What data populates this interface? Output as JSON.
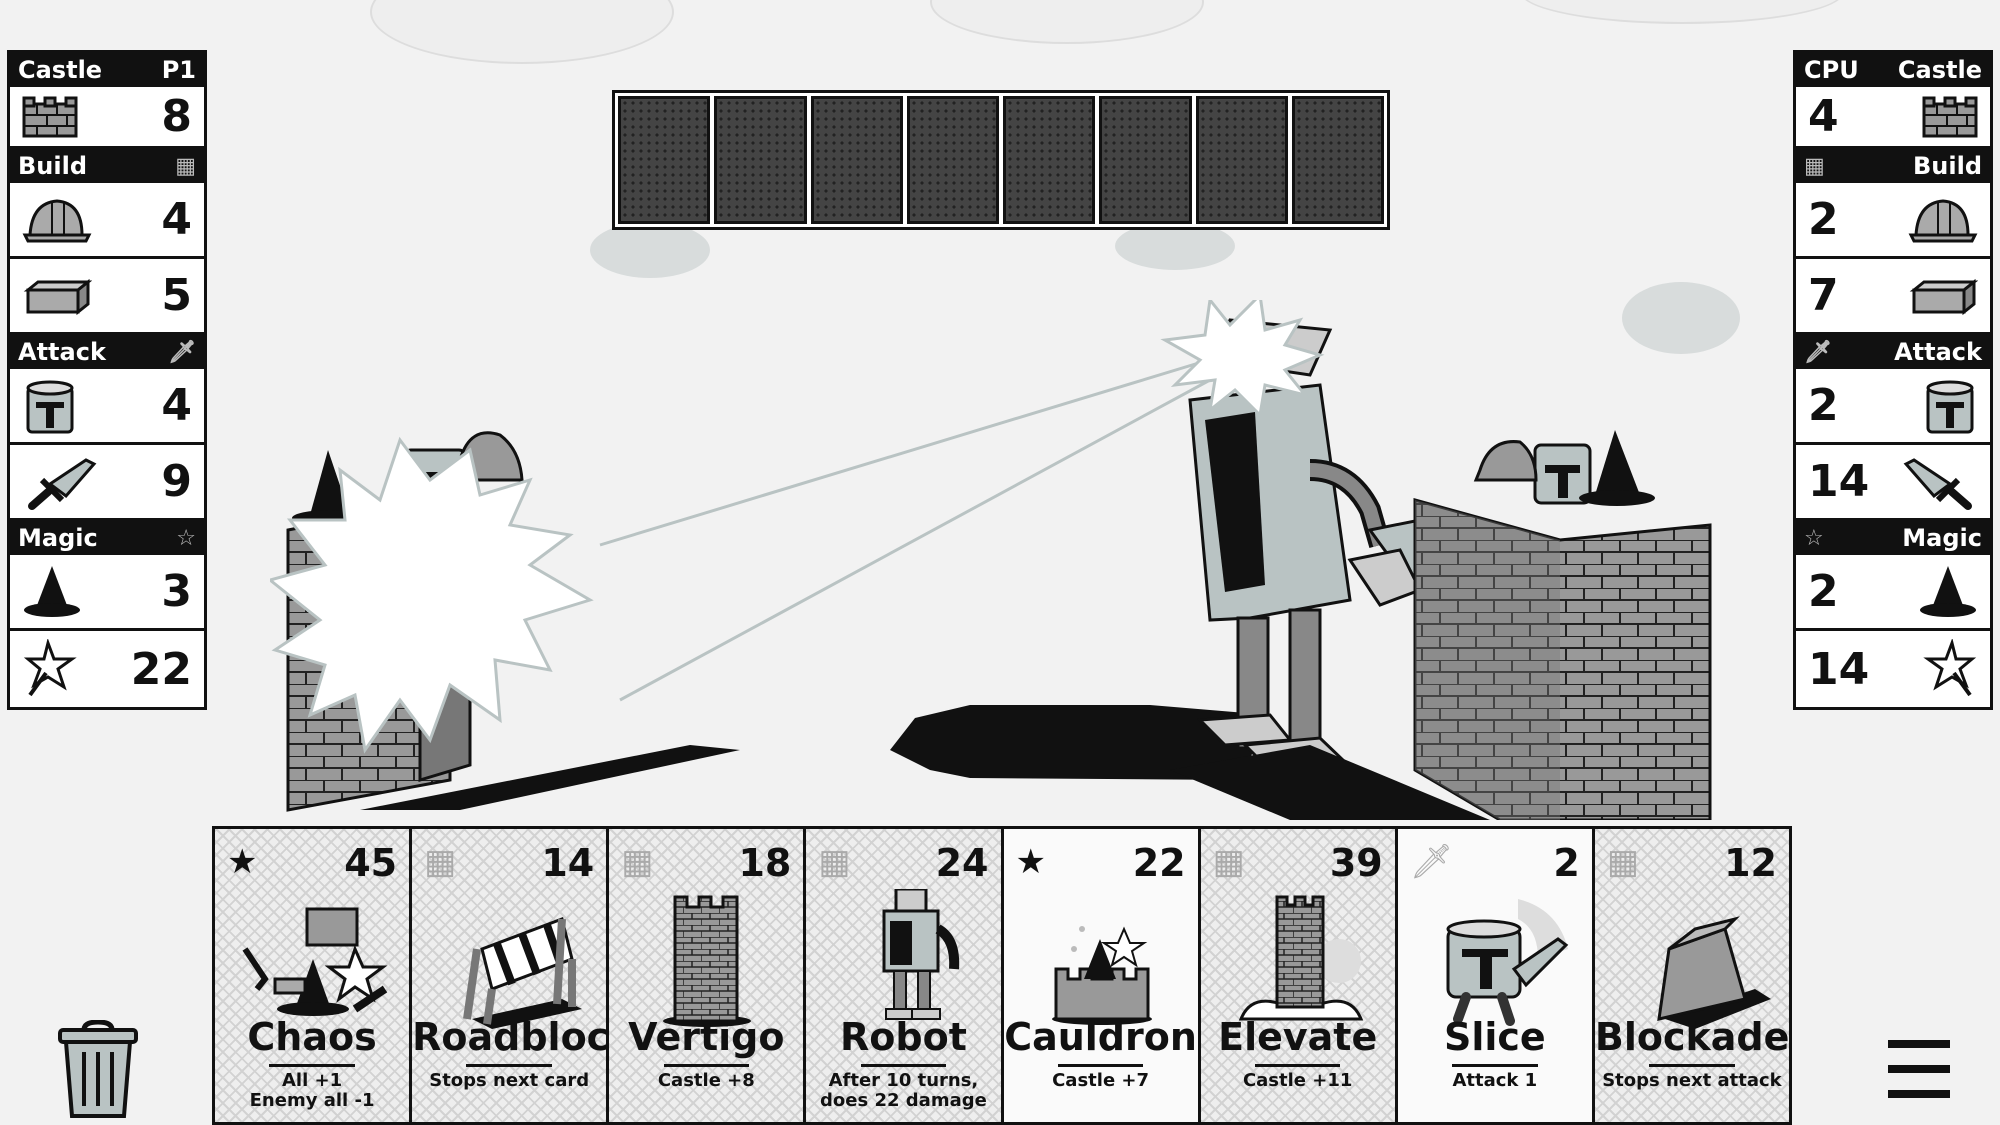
{
  "player": {
    "castle_label": "Castle",
    "tag": "P1",
    "castle_value": "8",
    "build_label": "Build",
    "builders": "4",
    "bricks": "5",
    "attack_label": "Attack",
    "soldiers": "4",
    "weapons": "9",
    "magic_label": "Magic",
    "wizards": "3",
    "crystals": "22"
  },
  "cpu": {
    "tag": "CPU",
    "castle_label": "Castle",
    "castle_value": "4",
    "build_label": "Build",
    "builders": "2",
    "bricks": "7",
    "attack_label": "Attack",
    "soldiers": "2",
    "weapons": "14",
    "magic_label": "Magic",
    "wizards": "2",
    "crystals": "14"
  },
  "deck": {
    "card_count": 8
  },
  "hand": [
    {
      "type": "magic",
      "cost": "45",
      "name": "Chaos",
      "desc1": "All +1",
      "desc2": "Enemy all -1"
    },
    {
      "type": "build",
      "cost": "14",
      "name": "Roadblock",
      "desc1": "Stops next card",
      "desc2": ""
    },
    {
      "type": "build",
      "cost": "18",
      "name": "Vertigo",
      "desc1": "Castle +8",
      "desc2": ""
    },
    {
      "type": "build",
      "cost": "24",
      "name": "Robot",
      "desc1": "After 10 turns,",
      "desc2": "does 22 damage"
    },
    {
      "type": "magic",
      "cost": "22",
      "name": "Cauldron",
      "desc1": "Castle +7",
      "desc2": ""
    },
    {
      "type": "build",
      "cost": "39",
      "name": "Elevate",
      "desc1": "Castle +11",
      "desc2": ""
    },
    {
      "type": "attack",
      "cost": "2",
      "name": "Slice",
      "desc1": "Attack 1",
      "desc2": ""
    },
    {
      "type": "build",
      "cost": "12",
      "name": "Blockade",
      "desc1": "Stops next attack",
      "desc2": ""
    }
  ],
  "icons": {
    "discard": "trash-icon",
    "menu": "menu-icon"
  },
  "colors": {
    "ink": "#111111",
    "stone": "#b9c3c3",
    "paper": "#f2f2f2"
  }
}
